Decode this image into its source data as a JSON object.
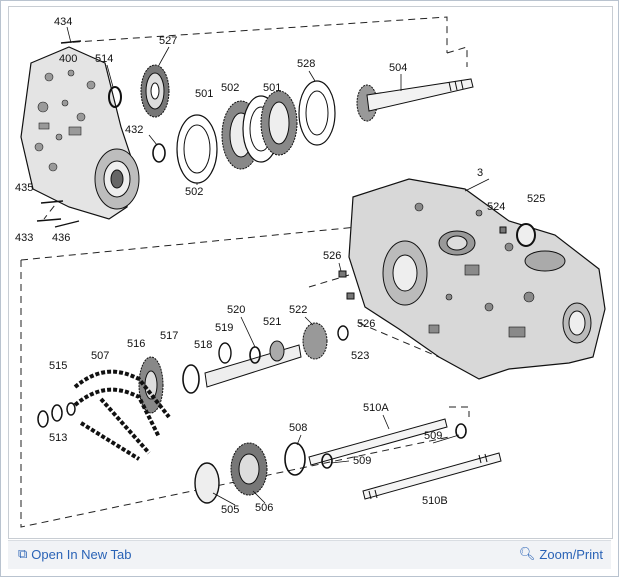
{
  "diagram": {
    "labels": [
      "434",
      "400",
      "514",
      "527",
      "504",
      "528",
      "501",
      "502",
      "501",
      "432",
      "502",
      "435",
      "433",
      "436",
      "3",
      "524",
      "525",
      "526",
      "526",
      "520",
      "519",
      "521",
      "522",
      "523",
      "517",
      "518",
      "516",
      "507",
      "515",
      "513",
      "510A",
      "509",
      "508",
      "509",
      "510B",
      "505",
      "506"
    ]
  },
  "footer": {
    "open_tab_label": "Open In New Tab",
    "open_tab_icon": "open-in-new-tab-icon",
    "zoom_label": "Zoom/Print",
    "zoom_icon": "zoom-magnifier-icon"
  },
  "colors": {
    "link": "#2a63b6",
    "ink": "#111111"
  }
}
